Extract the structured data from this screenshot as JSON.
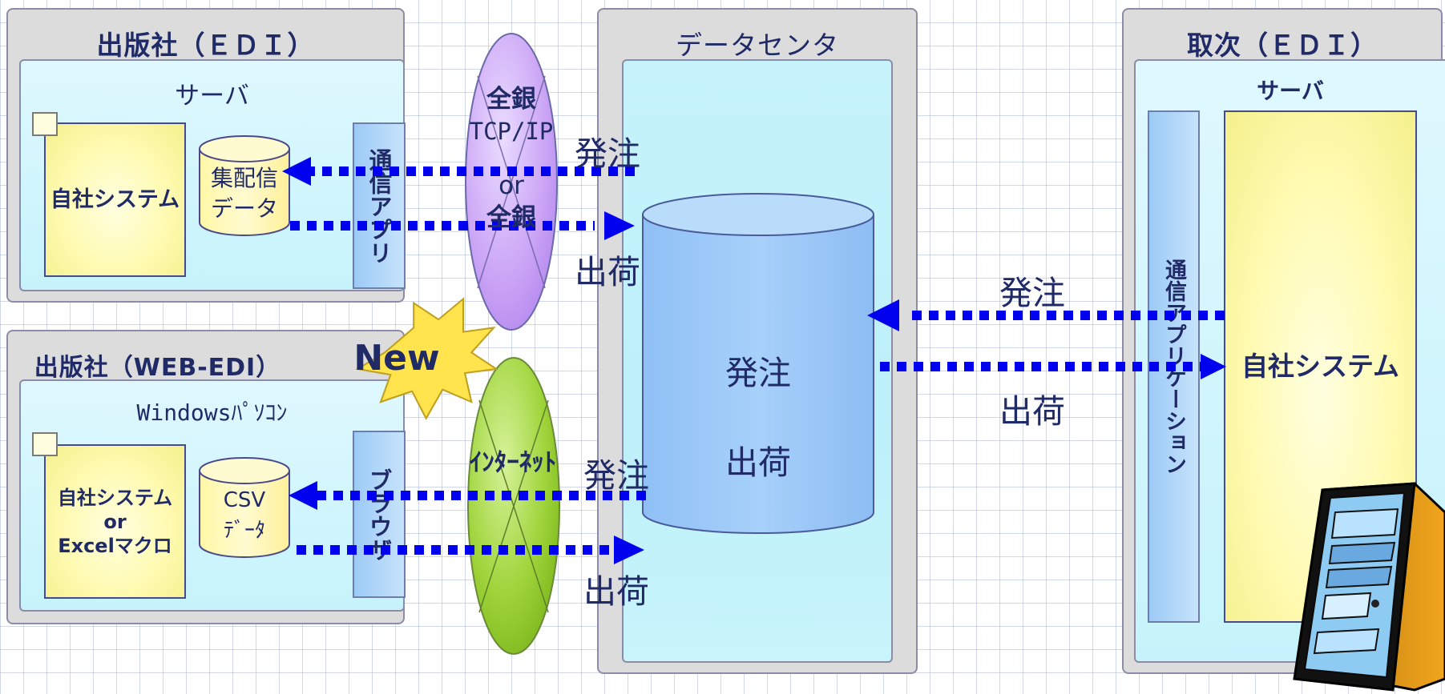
{
  "left_top": {
    "title": "出版社（ＥＤＩ）",
    "server_label": "サーバ",
    "own_system": "自社システム",
    "data_cylinder": [
      "集配信",
      "データ"
    ],
    "comm_app": "通信アプリ"
  },
  "left_bottom": {
    "title": "出版社（WEB-EDI）",
    "pc_label": "Windowsﾊﾟｿｺﾝ",
    "own_system": [
      "自社システム",
      "or",
      "Excelマクロ"
    ],
    "data_cylinder": [
      "CSV",
      "ﾃﾞｰﾀ"
    ],
    "browser": "ブラウザ",
    "new_badge": "New"
  },
  "networks": {
    "top": [
      "全銀",
      "TCP/IP",
      "or",
      "全銀"
    ],
    "bottom": "ｲﾝﾀｰﾈｯﾄ"
  },
  "datacenter": {
    "title": "データセンタ",
    "db_lines": [
      "発注",
      "出荷"
    ]
  },
  "right": {
    "title": "取次（ＥＤＩ）",
    "server_label": "サーバ",
    "comm_app": "通信アプリケーション",
    "own_system": "自社システム"
  },
  "flows": {
    "top_order": "発注",
    "top_ship": "出荷",
    "bottom_order": "発注",
    "bottom_ship": "出荷",
    "right_order": "発注",
    "right_ship": "出荷"
  },
  "icons": {
    "computer": "computer-tower-icon",
    "new_burst": "starburst-icon",
    "arrows": "dotted-arrow-icon"
  },
  "colors": {
    "arrow": "#0000ee",
    "panel": "#dcdcdc",
    "inner": "#c9f4fb",
    "system_box": "#fffab0",
    "db": "#99c6f7",
    "network_top": "#c9a6f5",
    "network_bottom": "#8fcc2e",
    "new_badge": "#ffe44d"
  }
}
